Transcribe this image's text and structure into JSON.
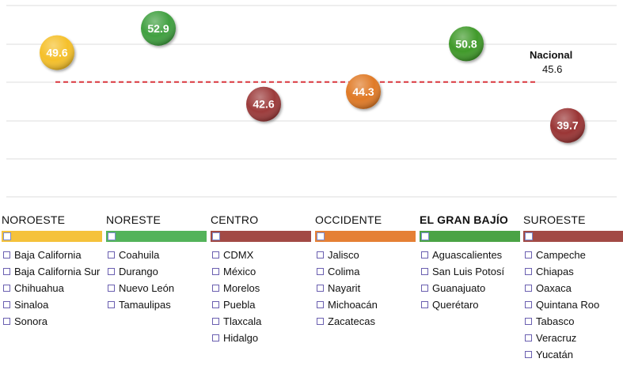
{
  "chart_data": {
    "type": "scatter",
    "title": "",
    "xlabel": "",
    "ylabel": "",
    "ylim": [
      30,
      56
    ],
    "grid": true,
    "categories": [
      "NOROESTE",
      "NORESTE",
      "CENTRO",
      "OCCIDENTE",
      "EL GRAN BAJÍO",
      "SUROESTE"
    ],
    "values": [
      49.6,
      52.9,
      42.6,
      44.3,
      50.8,
      39.7
    ],
    "point_labels": [
      "49.6",
      "52.9",
      "42.6",
      "44.3",
      "50.8",
      "39.7"
    ],
    "colors": [
      "#f5c02a",
      "#3fa03f",
      "#9c3b3b",
      "#e07a26",
      "#3f9a2c",
      "#9a3535"
    ],
    "reference_line": {
      "label": "Nacional",
      "value": 45.6,
      "value_label": "45.6",
      "color": "#d9363e"
    }
  },
  "regions": [
    {
      "name": "NOROESTE",
      "color": "#f5c23b",
      "bold": false,
      "states": [
        "Baja California",
        "Baja California Sur",
        "Chihuahua",
        "Sinaloa",
        "Sonora"
      ]
    },
    {
      "name": "NORESTE",
      "color": "#53b35a",
      "bold": false,
      "states": [
        "Coahuila",
        "Durango",
        "Nuevo León",
        "Tamaulipas"
      ]
    },
    {
      "name": "CENTRO",
      "color": "#a24a45",
      "bold": false,
      "states": [
        "CDMX",
        "México",
        "Morelos",
        "Puebla",
        "Tlaxcala",
        "Hidalgo"
      ]
    },
    {
      "name": "OCCIDENTE",
      "color": "#e58035",
      "bold": false,
      "states": [
        "Jalisco",
        "Colima",
        "Nayarit",
        "Michoacán",
        "Zacatecas"
      ]
    },
    {
      "name": "EL GRAN BAJÍO",
      "color": "#4ba345",
      "bold": true,
      "states": [
        "Aguascalientes",
        "San Luis Potosí",
        "Guanajuato",
        "Querétaro"
      ]
    },
    {
      "name": "SUROESTE",
      "color": "#a24a45",
      "bold": false,
      "states": [
        "Campeche",
        "Chiapas",
        "Oaxaca",
        "Quintana Roo",
        "Tabasco",
        "Veracruz",
        "Yucatán"
      ]
    }
  ]
}
